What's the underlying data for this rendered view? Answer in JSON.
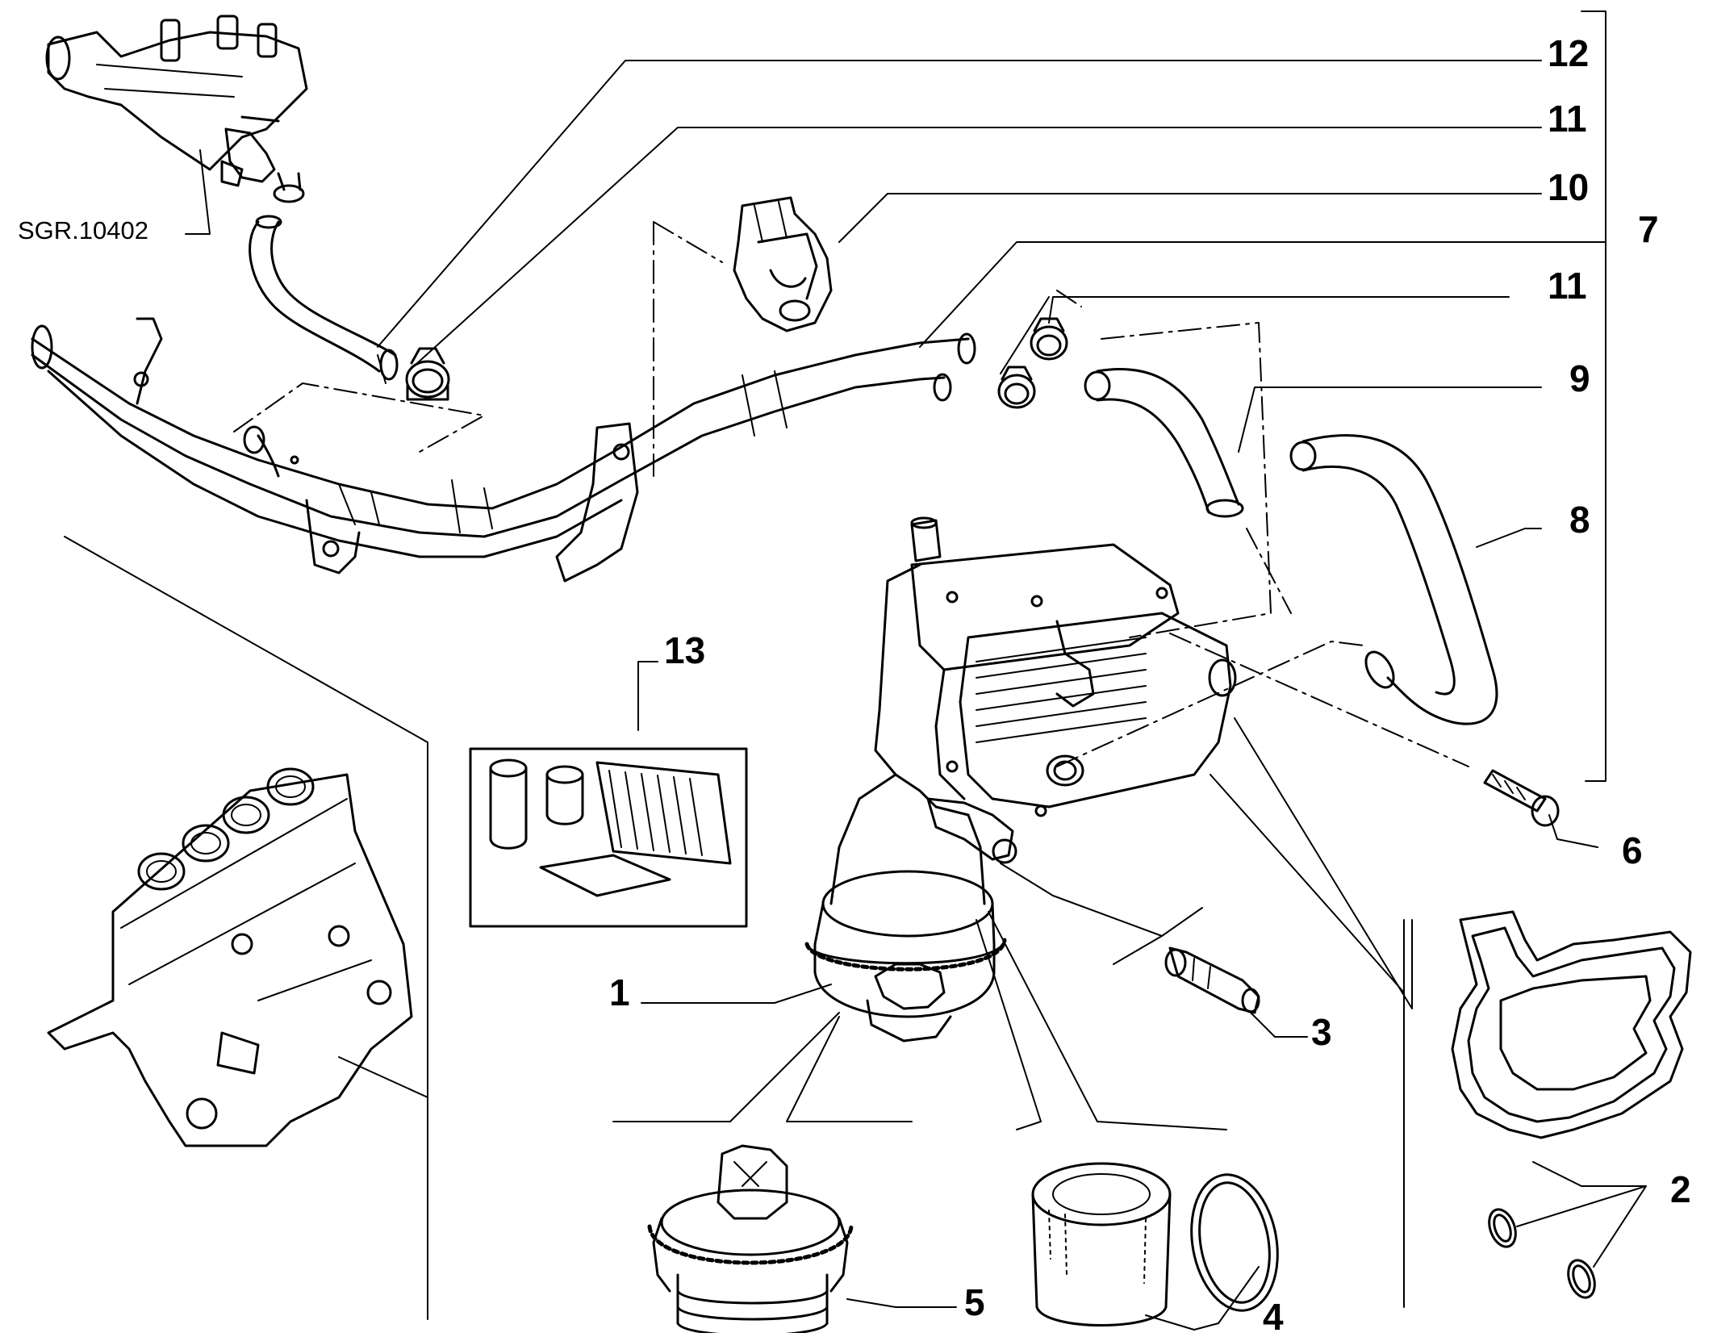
{
  "reference_label": "SGR.10402",
  "callouts": [
    {
      "id": "c12",
      "text": "12"
    },
    {
      "id": "c11a",
      "text": "11"
    },
    {
      "id": "c10",
      "text": "10"
    },
    {
      "id": "c7",
      "text": "7"
    },
    {
      "id": "c11b",
      "text": "11"
    },
    {
      "id": "c9",
      "text": "9"
    },
    {
      "id": "c8",
      "text": "8"
    },
    {
      "id": "c6",
      "text": "6"
    },
    {
      "id": "c13",
      "text": "13"
    },
    {
      "id": "c1",
      "text": "1"
    },
    {
      "id": "c3",
      "text": "3"
    },
    {
      "id": "c2",
      "text": "2"
    },
    {
      "id": "c5",
      "text": "5"
    },
    {
      "id": "c4",
      "text": "4"
    }
  ],
  "colors": {
    "line": "#000000",
    "background": "#ffffff"
  }
}
